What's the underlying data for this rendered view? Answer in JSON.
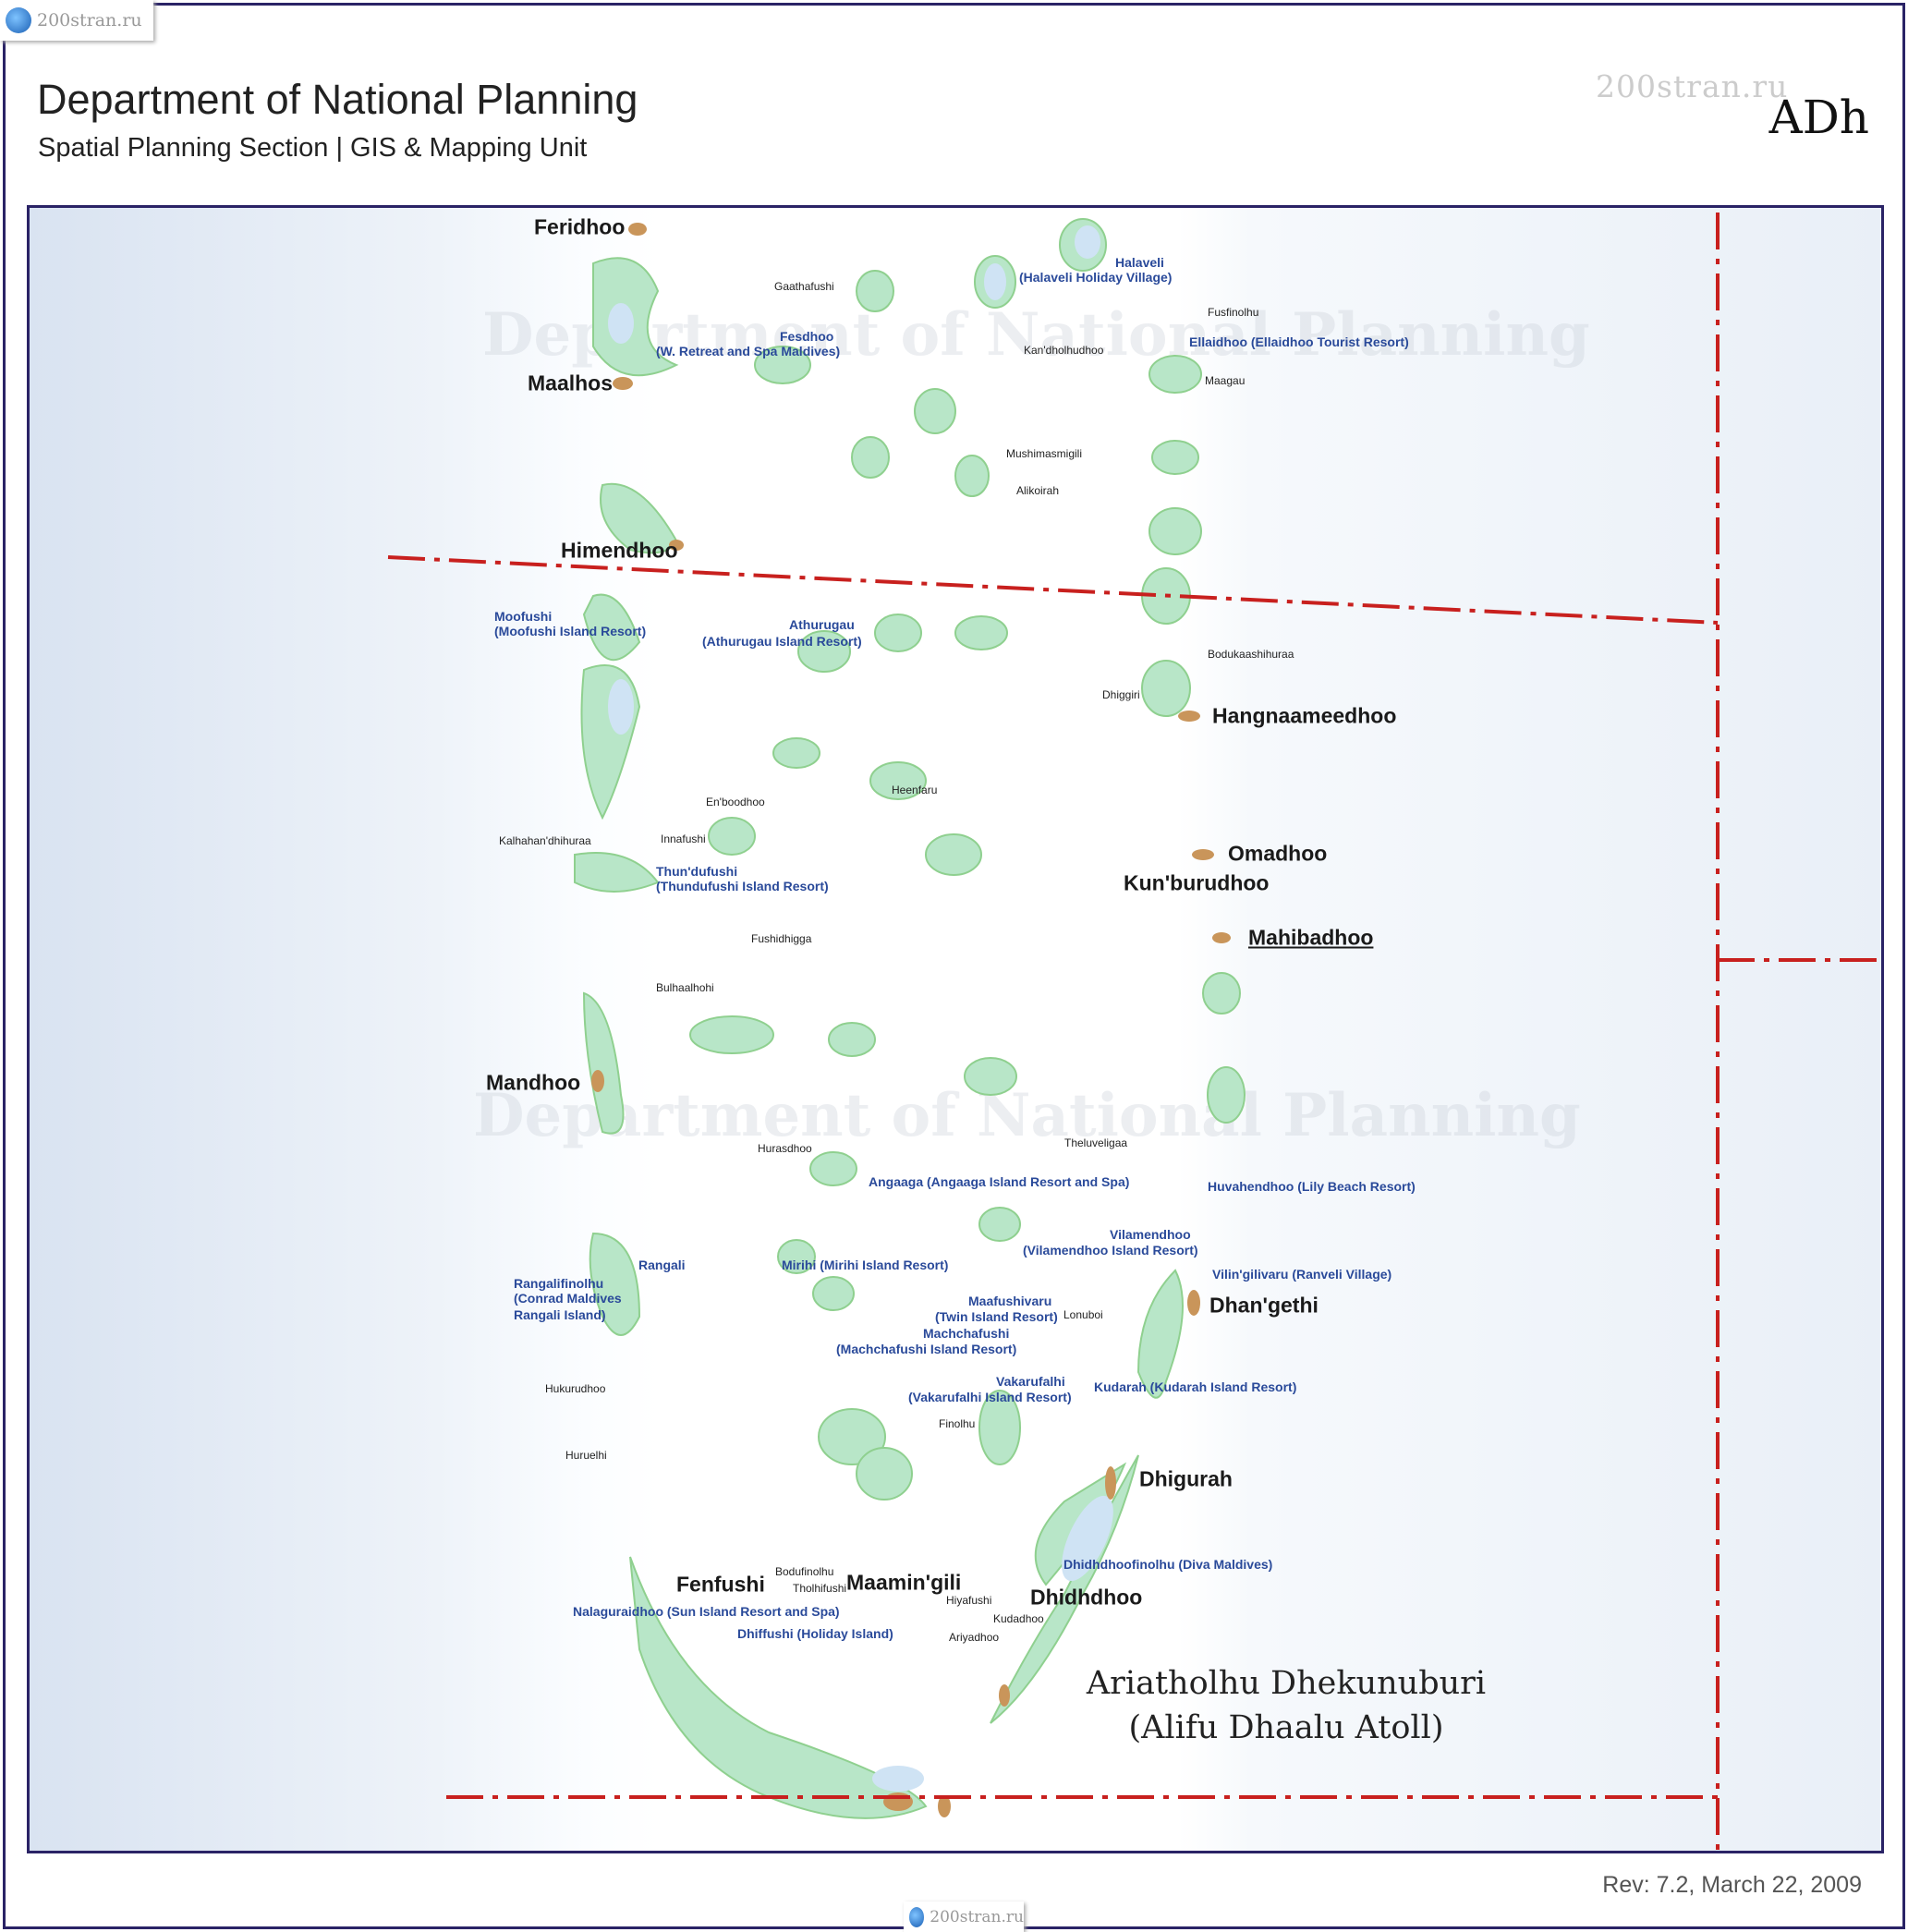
{
  "watermark": {
    "site": "200stran.ru"
  },
  "header": {
    "title": "Department of National Planning",
    "subtitle": "Spatial Planning Section | GIS & Mapping Unit",
    "code": "ADh"
  },
  "map": {
    "background_watermark": "Department of National Planning",
    "atoll_name": "Ariatholhu Dhekunuburi",
    "atoll_alt": "(Alifu Dhaalu Atoll)",
    "colors": {
      "island": "#b8e6c8",
      "lagoon": "#cfe3f4",
      "settlement": "#c9955a",
      "boundary": "#c8201e",
      "frame": "#2a2366",
      "resort_label": "#2a4a9a"
    },
    "major": [
      "Feridhoo",
      "Maalhos",
      "Himendhoo",
      "Hangnaameedhoo",
      "Omadhoo",
      "Kun'burudhoo",
      "Mahibadhoo",
      "Mandhoo",
      "Dhan'gethi",
      "Dhigurah",
      "Fenfushi",
      "Maamin'gili",
      "Dhidhdhoo"
    ],
    "resorts": [
      "Halaveli",
      "(Halaveli Holiday Village)",
      "Fesdhoo",
      "(W. Retreat and Spa Maldives)",
      "Ellaidhoo (Ellaidhoo Tourist Resort)",
      "Moofushi",
      "(Moofushi Island Resort)",
      "Athurugau",
      "(Athurugau Island Resort)",
      "Thun'dufushi",
      "(Thundufushi Island Resort)",
      "Angaaga (Angaaga Island Resort and Spa)",
      "Huvahendhoo (Lily Beach Resort)",
      "Vilamendhoo",
      "(Vilamendhoo Island Resort)",
      "Vilin'gilivaru (Ranveli Village)",
      "Rangali",
      "Rangalifinolhu",
      "(Conrad Maldives",
      "Rangali Island)",
      "Mirihi (Mirihi Island Resort)",
      "Maafushivaru",
      "(Twin Island Resort)",
      "Machchafushi",
      "(Machchafushi Island Resort)",
      "Vakarufalhi",
      "(Vakarufalhi Island Resort)",
      "Kudarah (Kudarah Island Resort)",
      "Dhidhdhoofinolhu (Diva Maldives)",
      "Nalaguraidhoo (Sun Island Resort and Spa)",
      "Dhiffushi (Holiday Island)"
    ],
    "minor": [
      "Gaathafushi",
      "Fusfinolhu",
      "Kan'dholhudhoo",
      "Maagau",
      "Mushimasmigili",
      "Alikoirah",
      "Bodukaashihuraa",
      "Dhiggiri",
      "Heenfaru",
      "En'boodhoo",
      "Kalhahan'dhihuraa",
      "Innafushi",
      "Fushidhigga",
      "Bulhaalhohi",
      "Hurasdhoo",
      "Theluveligaa",
      "Lonuboi",
      "Hukurudhoo",
      "Huruelhi",
      "Finolhu",
      "Bodufinolhu",
      "Tholhifushi",
      "Hiyafushi",
      "Kudadhoo",
      "Ariyadhoo"
    ]
  },
  "footer": {
    "revision": "Rev: 7.2, March 22, 2009"
  }
}
